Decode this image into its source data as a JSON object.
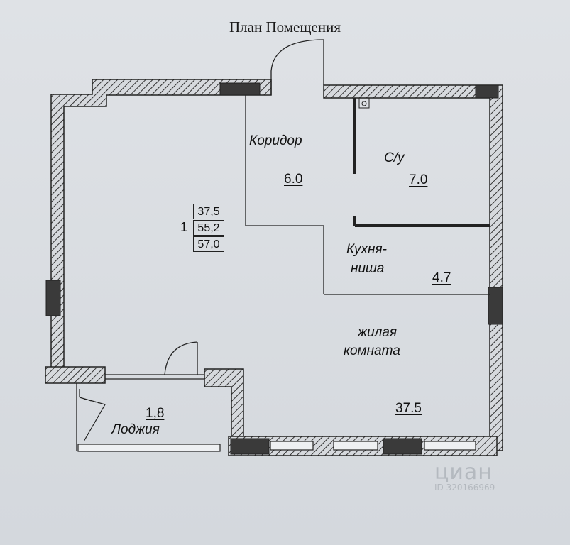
{
  "plan": {
    "title": "План Помещения",
    "header_ghost": "",
    "rooms": {
      "corridor": {
        "name": "Коридор",
        "area": "6.0"
      },
      "bathroom": {
        "name": "С/у",
        "area": "7.0"
      },
      "kitchen": {
        "name_line1": "Кухня-",
        "name_line2": "ниша",
        "area": "4.7"
      },
      "living": {
        "name_line1": "жилая",
        "name_line2": "комната",
        "area": "37.5"
      },
      "loggia": {
        "name": "Лоджия",
        "area": "1,8"
      }
    },
    "summary": {
      "rooms_count": "1",
      "living_area": "37,5",
      "total_area": "55,2",
      "total_with_loggia": "57,0"
    },
    "watermark": {
      "brand": "циан",
      "id": "ID 320166969"
    },
    "colors": {
      "wall_fill": "#cfd3d8",
      "wall_stroke": "#222222",
      "hatch": "#333333",
      "dark_block": "#3a3a3a"
    }
  }
}
